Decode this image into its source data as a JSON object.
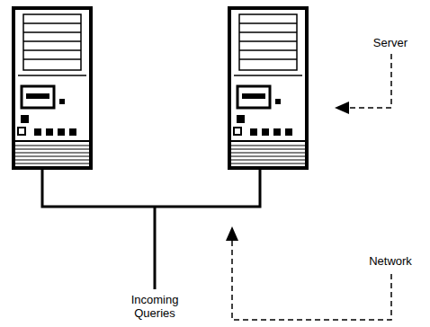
{
  "diagram": {
    "labels": [
      "Server",
      "Network",
      "Incoming Queries"
    ]
  }
}
